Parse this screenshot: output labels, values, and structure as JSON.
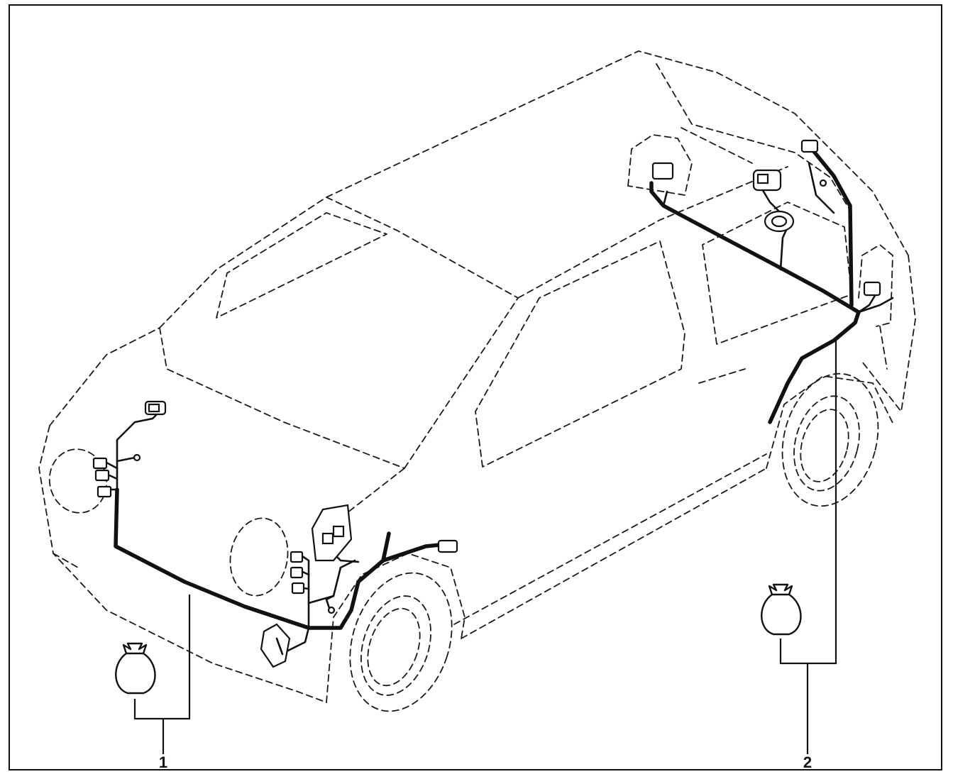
{
  "diagram": {
    "callouts": [
      {
        "id": "1",
        "label": "1"
      },
      {
        "id": "2",
        "label": "2"
      }
    ],
    "icons": {
      "bag": "bag-icon",
      "connector": "connector-icon",
      "horn": "horn-icon"
    },
    "colors": {
      "line": "#111111",
      "background": "#ffffff"
    }
  }
}
